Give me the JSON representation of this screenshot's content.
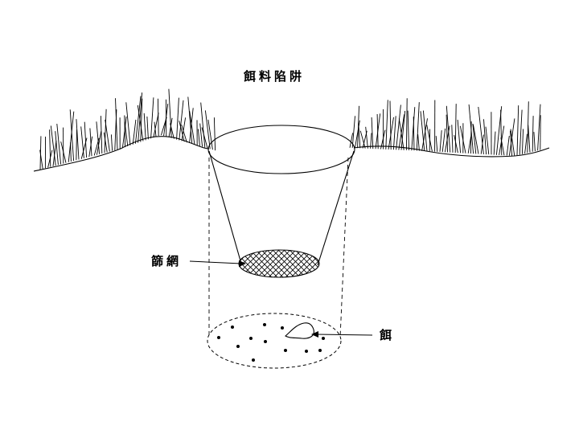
{
  "diagram": {
    "title": "餌料陷阱",
    "labels": {
      "mesh": "篩網",
      "bait": "餌"
    }
  }
}
